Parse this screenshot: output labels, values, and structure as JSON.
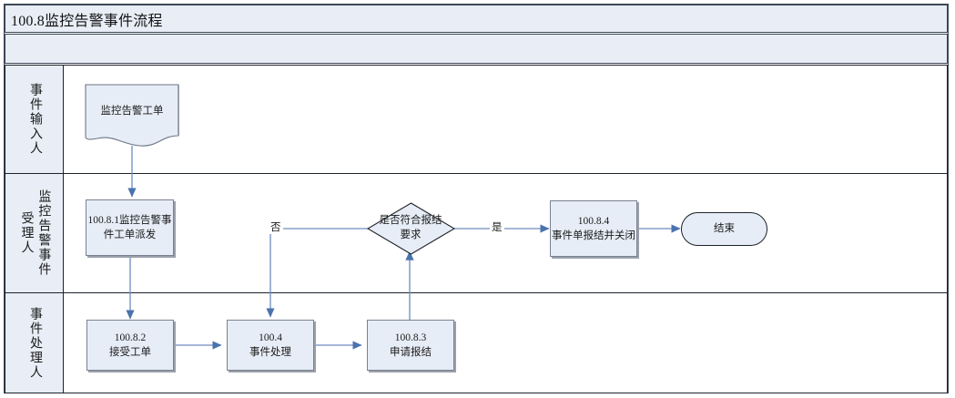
{
  "diagram": {
    "title": "100.8监控告警事件流程",
    "subtitle_band": "",
    "accent_connector_color": "#5b7fb5",
    "shape_fill": "#e7edf7",
    "shape_border": "#7b8190",
    "lane_header_fill": "#e8edf6",
    "frame_border": "#3d4756"
  },
  "lanes": [
    {
      "id": "lane-input",
      "label": "事件输入人"
    },
    {
      "id": "lane-accept",
      "label": "监控告警事件受理人"
    },
    {
      "id": "lane-handle",
      "label": "事件处理人"
    }
  ],
  "nodes": {
    "doc_ticket": {
      "label": "监控告警工单",
      "type": "document",
      "lane": "事件输入人"
    },
    "dispatch": {
      "label": "100.8.1监控告警事件工单派发",
      "line1": "100.8.1监控告警事",
      "line2": "件工单派发",
      "type": "process",
      "lane": "监控告警事件受理人"
    },
    "decision": {
      "label": "是否符合报结要求",
      "line1": "是否符合报结",
      "line2": "要求",
      "type": "decision",
      "lane": "监控告警事件受理人"
    },
    "close": {
      "label": "100.8.4 事件单报结并关闭",
      "line1": "100.8.4",
      "line2": "事件单报结并关闭",
      "type": "process",
      "lane": "监控告警事件受理人"
    },
    "end": {
      "label": "结束",
      "type": "terminator",
      "lane": "监控告警事件受理人"
    },
    "accept_ticket": {
      "label": "100.8.2 接受工单",
      "line1": "100.8.2",
      "line2": "接受工单",
      "type": "process",
      "lane": "事件处理人"
    },
    "handle_event": {
      "label": "100.4 事件处理",
      "line1": "100.4",
      "line2": "事件处理",
      "type": "process",
      "lane": "事件处理人"
    },
    "apply_close": {
      "label": "100.8.3 申请报结",
      "line1": "100.8.3",
      "line2": "申请报结",
      "type": "process",
      "lane": "事件处理人"
    }
  },
  "edge_labels": {
    "no": "否",
    "yes": "是"
  },
  "edges": [
    {
      "from": "doc_ticket",
      "to": "dispatch",
      "label": ""
    },
    {
      "from": "dispatch",
      "to": "accept_ticket",
      "label": ""
    },
    {
      "from": "accept_ticket",
      "to": "handle_event",
      "label": ""
    },
    {
      "from": "handle_event",
      "to": "apply_close",
      "label": ""
    },
    {
      "from": "apply_close",
      "to": "decision",
      "label": ""
    },
    {
      "from": "decision",
      "to": "handle_event",
      "label": "否"
    },
    {
      "from": "decision",
      "to": "close",
      "label": "是"
    },
    {
      "from": "close",
      "to": "end",
      "label": ""
    }
  ]
}
